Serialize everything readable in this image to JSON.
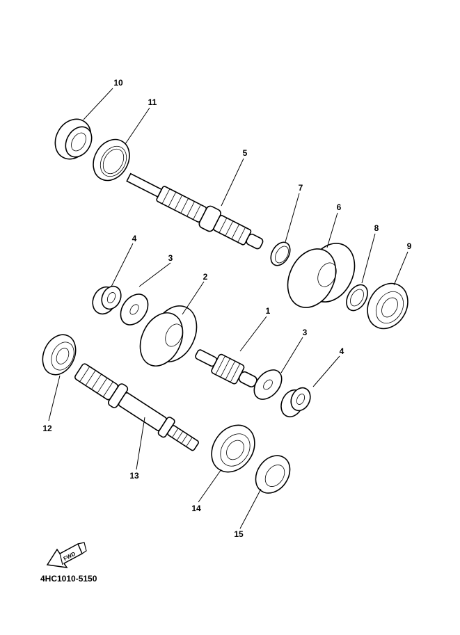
{
  "diagram": {
    "part_labels": [
      "10",
      "11",
      "5",
      "7",
      "6",
      "8",
      "9",
      "4",
      "3",
      "2",
      "1",
      "3",
      "4",
      "12",
      "13",
      "14",
      "15"
    ],
    "fwd_label": "FWD",
    "diagram_code": "4HC1010-5150"
  }
}
